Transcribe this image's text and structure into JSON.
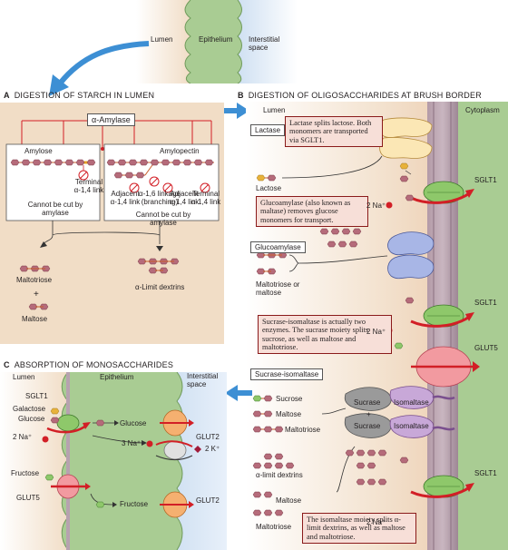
{
  "top_diagram": {
    "lumen": "Lumen",
    "epithelium": "Epithelium",
    "interstitial": "Interstitial space"
  },
  "panel_a": {
    "letter": "A",
    "title": "DIGESTION OF STARCH IN LUMEN",
    "enzyme": "α-Amylase",
    "amylose": "Amylose",
    "amylopectin": "Amylopectin",
    "terminal_left": "Terminal α-1,4 link",
    "cannot_left": "Cannot be cut by amylase",
    "adjacent_a": "Adjacent α-1,4 link",
    "branching": "α-1,6 linkage (branching)",
    "adjacent_b": "Adjacent α-1,4 link",
    "terminal_right": "Terminal α-1,4 link",
    "cannot_right": "Cannot be cut by amylase",
    "maltotriose": "Maltotriose",
    "plus": "+",
    "maltose": "Maltose",
    "limit_dextrins": "α-Limit dextrins"
  },
  "panel_b": {
    "letter": "B",
    "title": "DIGESTION OF OLIGOSACCHARIDES AT BRUSH BORDER",
    "lumen": "Lumen",
    "cytoplasm": "Cytoplasm",
    "lactase_label": "Lactase",
    "lactase_note": "Lactase splits lactose. Both monomers are transported via SGLT1.",
    "lactose": "Lactose",
    "glucoamylase_note": "Glucoamylase (also known as maltase) removes glucose monomers for transport.",
    "glucoamylase_label": "Glucoamylase",
    "maltotriose_or_maltose": "Maltotriose or maltose",
    "sucrase_note": "Sucrase-isomaltase is actually two enzymes. The sucrase moiety splits sucrose, as well as maltose and maltotriose.",
    "sucrase_isomaltase_label": "Sucrase-isomaltase",
    "sucrose": "Sucrose",
    "maltose": "Maltose",
    "maltotriose": "Maltotriose",
    "sucrase": "Sucrase",
    "isomaltase": "Isomaltase",
    "plus": "+",
    "limit_dextrins": "α-limit dextrins",
    "isomaltase_note": "The isomaltase moiety splits α-limit dextrins, as well as maltose and maltotriose.",
    "sglt1": "SGLT1",
    "glut5": "GLUT5",
    "na": "2 Na⁺"
  },
  "panel_c": {
    "letter": "C",
    "title": "ABSORPTION OF MONOSACCHARIDES",
    "lumen": "Lumen",
    "epithelium": "Epithelium",
    "interstitial": "Interstitial space",
    "sglt1": "SGLT1",
    "galactose": "Galactose",
    "glucose_left": "Glucose",
    "na_left": "2 Na⁺",
    "glucose_mid": "Glucose",
    "na_mid": "3 Na⁺",
    "k": "2 K⁺",
    "glut2_top": "GLUT2",
    "fructose_left": "Fructose",
    "glut5": "GLUT5",
    "fructose_mid": "Fructose",
    "glut2_bottom": "GLUT2"
  },
  "colors": {
    "lumen_tan": "#f1ddc6",
    "epithelium_green": "#a9cc93",
    "interstitial_blue": "#cfe0f2",
    "note_pink": "#f7dfd8",
    "accent_red": "#d21f26",
    "arrow_blue": "#3d8fd4"
  }
}
